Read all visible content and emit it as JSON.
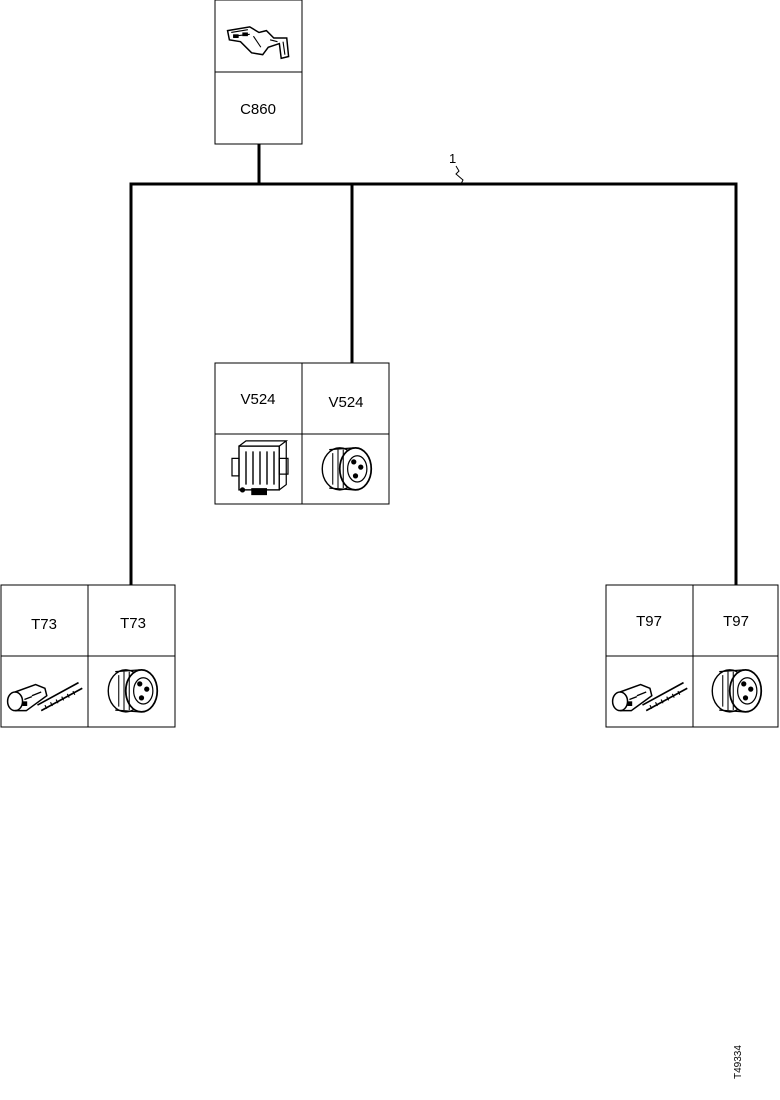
{
  "connectors": {
    "top": {
      "label": "C860",
      "icon": "terminal-pin-icon"
    },
    "mid_a": {
      "label": "V524",
      "icon": "multi-pin-connector-icon"
    },
    "mid_b": {
      "label": "V524",
      "icon": "round-connector-icon"
    },
    "left_a": {
      "label": "T73",
      "icon": "terminal-cable-icon"
    },
    "left_b": {
      "label": "T73",
      "icon": "round-connector-icon"
    },
    "right_a": {
      "label": "T97",
      "icon": "terminal-cable-icon"
    },
    "right_b": {
      "label": "T97",
      "icon": "round-connector-icon"
    }
  },
  "callout": {
    "number": "1"
  },
  "figure_id": "T49334"
}
